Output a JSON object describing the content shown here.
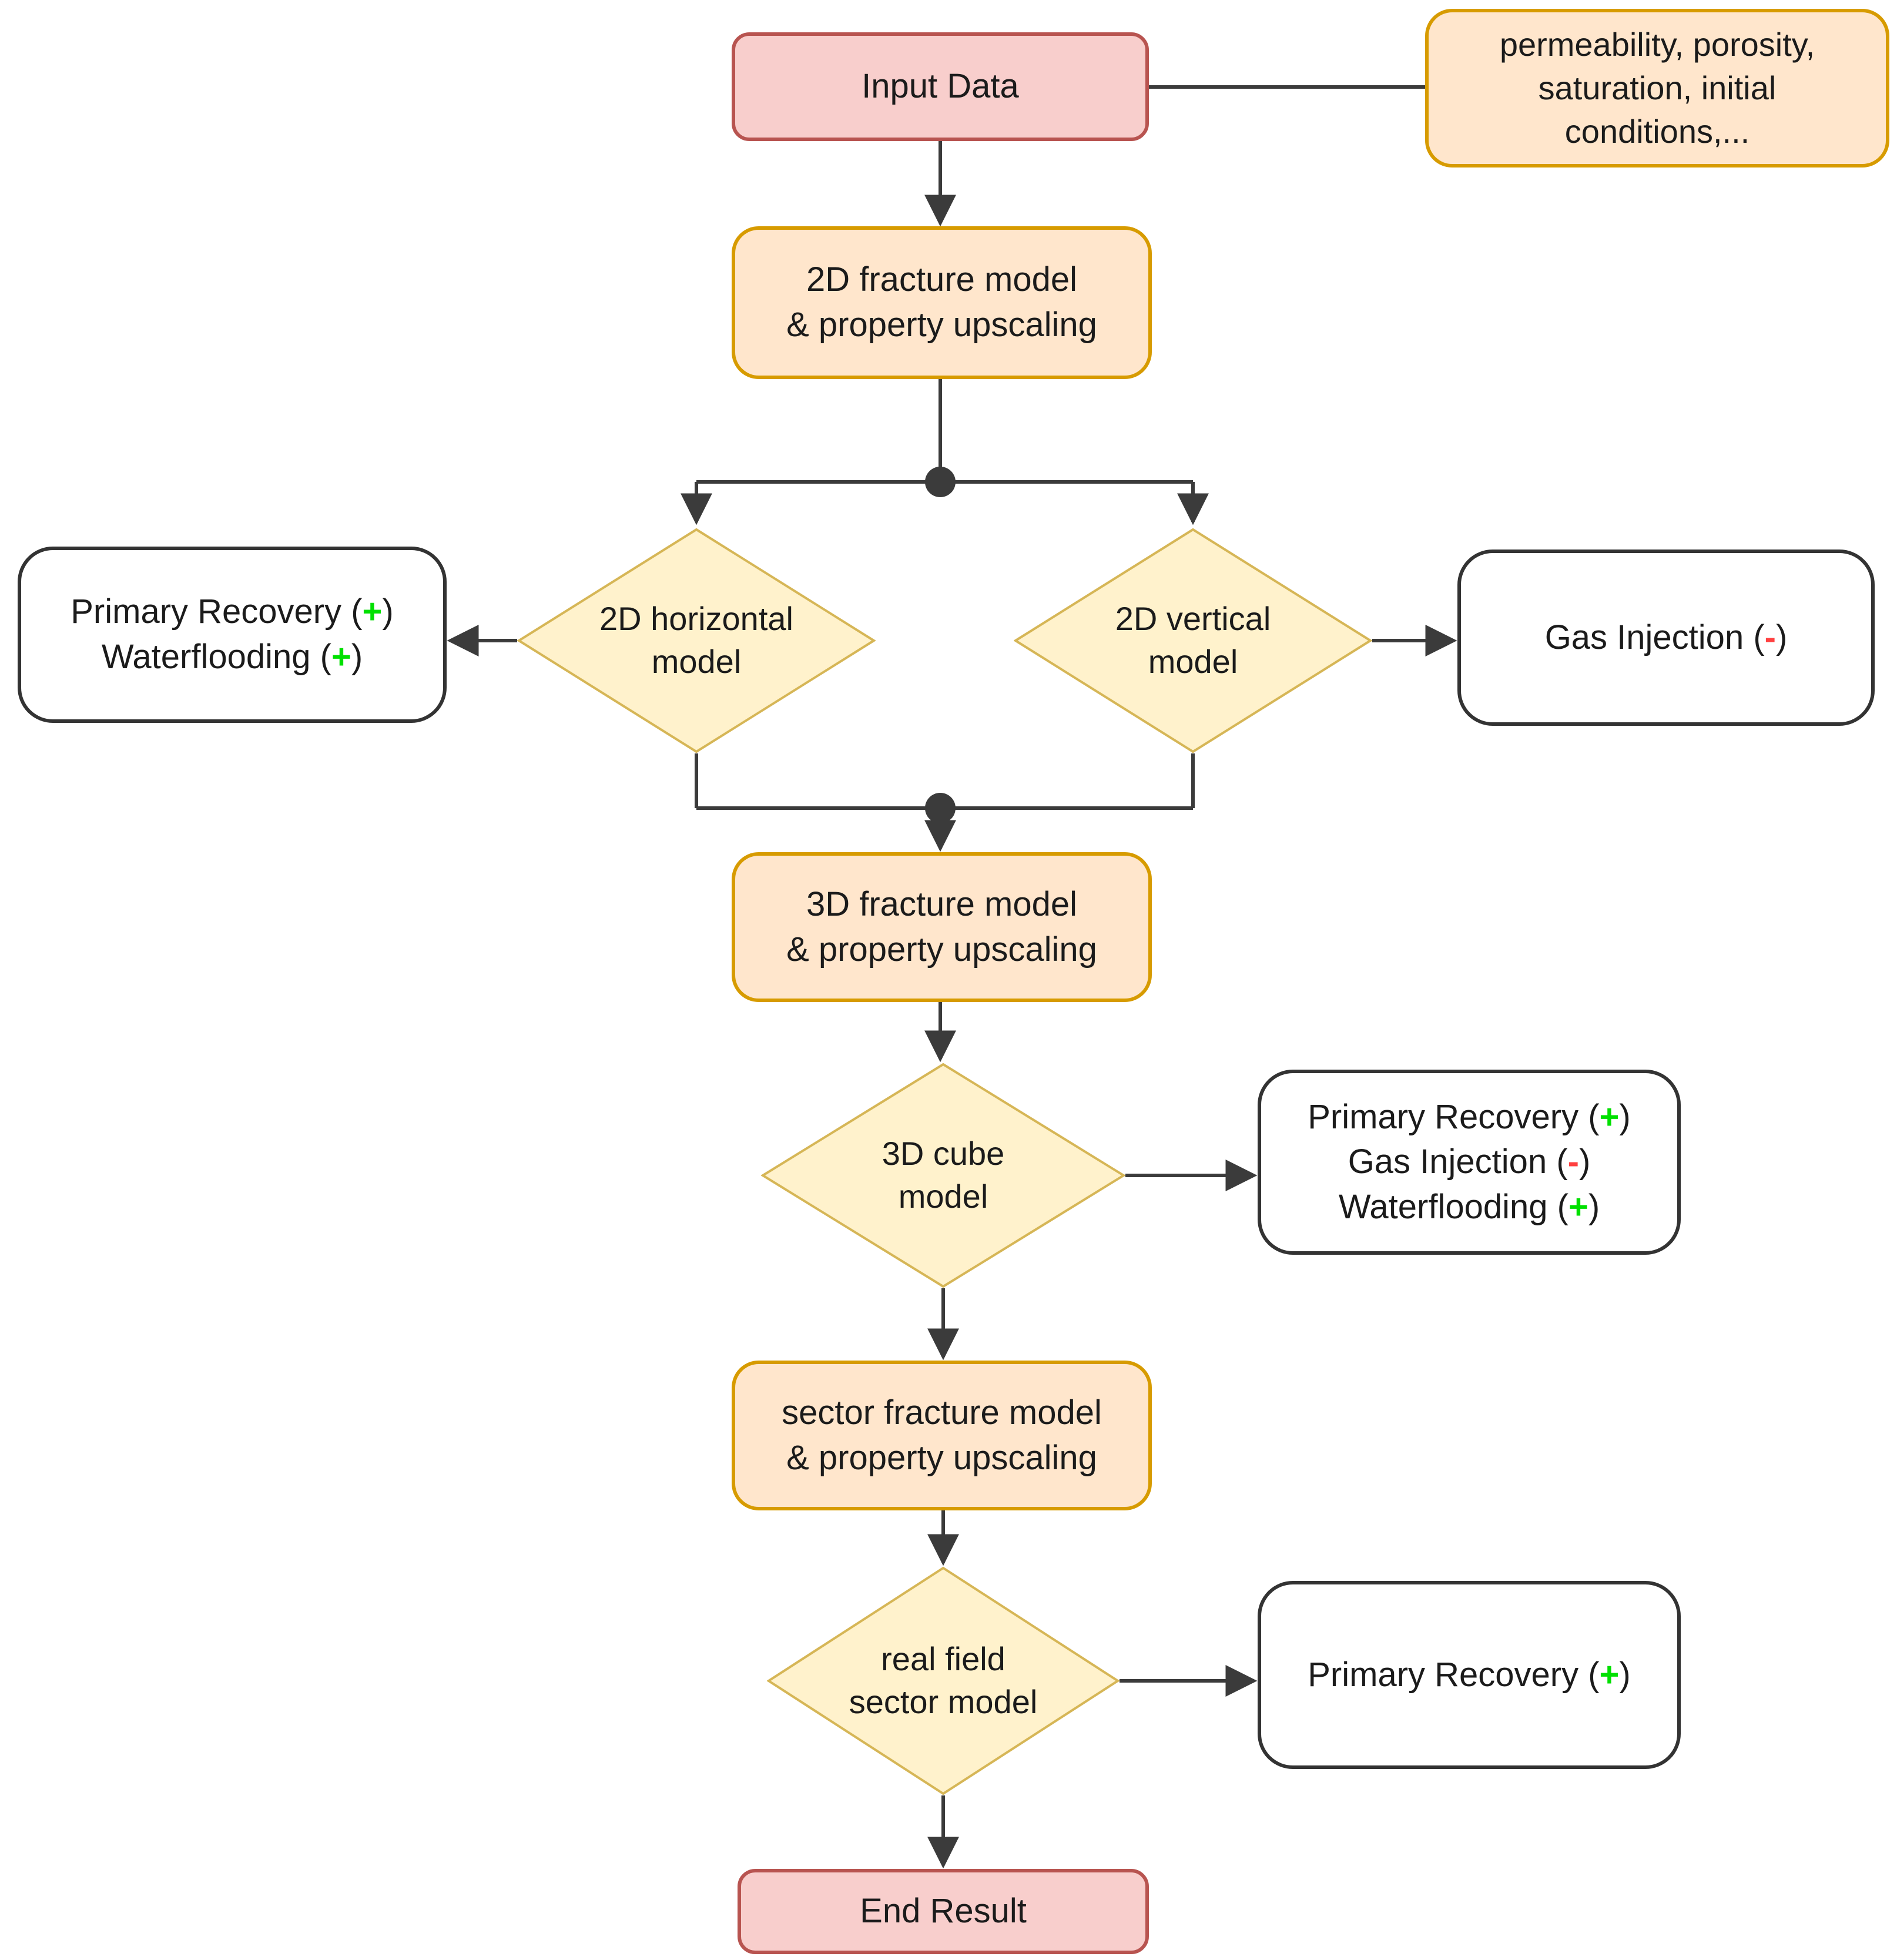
{
  "colors": {
    "terminal_fill": "#f8cecc",
    "terminal_border": "#b85450",
    "process_fill": "#ffe6cc",
    "process_border": "#d79b00",
    "decision_fill": "#fff2cc",
    "decision_border": "#d6b656",
    "result_fill": "#ffffff",
    "result_border": "#333333",
    "edge": "#3b3b3b",
    "plus": "#00e000",
    "minus": "#ff4040"
  },
  "nodes": {
    "input_data": {
      "type": "terminal",
      "label": "Input Data"
    },
    "parameters": {
      "type": "annotation",
      "lines": [
        "permeability, porosity,",
        "saturation, initial",
        "conditions,..."
      ]
    },
    "fracture_2d": {
      "type": "process",
      "lines": [
        "2D fracture model",
        "& property upscaling"
      ]
    },
    "horizontal_2d": {
      "type": "decision",
      "lines": [
        "2D horizontal",
        "model"
      ]
    },
    "vertical_2d": {
      "type": "decision",
      "lines": [
        "2D vertical",
        "model"
      ]
    },
    "result_left": {
      "type": "result",
      "lines": [
        {
          "prefix": "Primary Recovery (",
          "sign": "+",
          "suffix": ")"
        },
        {
          "prefix": "Waterflooding (",
          "sign": "+",
          "suffix": ")"
        }
      ]
    },
    "result_gas": {
      "type": "result",
      "lines": [
        {
          "prefix": "Gas Injection (",
          "sign": "-",
          "suffix": ")"
        }
      ]
    },
    "fracture_3d": {
      "type": "process",
      "lines": [
        "3D fracture model",
        "& property upscaling"
      ]
    },
    "cube_3d": {
      "type": "decision",
      "lines": [
        "3D cube",
        "model"
      ]
    },
    "result_cube": {
      "type": "result",
      "lines": [
        {
          "prefix": "Primary Recovery (",
          "sign": "+",
          "suffix": ")"
        },
        {
          "prefix": "Gas Injection (",
          "sign": "-",
          "suffix": ")"
        },
        {
          "prefix": "Waterflooding (",
          "sign": "+",
          "suffix": ")"
        }
      ]
    },
    "sector_fracture": {
      "type": "process",
      "lines": [
        "sector fracture model",
        "& property upscaling"
      ]
    },
    "real_field": {
      "type": "decision",
      "lines": [
        "real field",
        "sector model"
      ]
    },
    "result_real_field": {
      "type": "result",
      "lines": [
        {
          "prefix": "Primary Recovery (",
          "sign": "+",
          "suffix": ")"
        }
      ]
    },
    "end_result": {
      "type": "terminal",
      "label": "End Result"
    }
  }
}
